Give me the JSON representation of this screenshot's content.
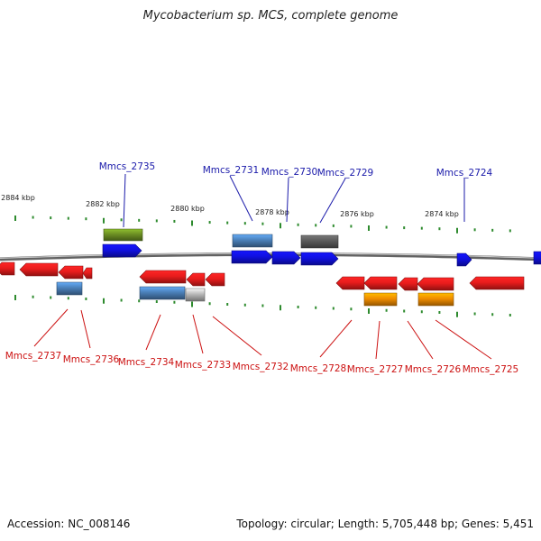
{
  "title": "Mycobacterium sp. MCS, complete genome",
  "footer": {
    "accession": "Accession: NC_008146",
    "summary": "Topology: circular; Length: 5,705,448 bp; Genes: 5,451"
  },
  "scale": {
    "labels": [
      "2884 kbp",
      "2882 kbp",
      "2880 kbp",
      "2878 kbp",
      "2876 kbp",
      "2874 kbp"
    ]
  },
  "colors": {
    "forward_label": "#1a1aaa",
    "reverse_label": "#cc1111",
    "backbone": "#7a7a7a",
    "tick": "#2e8b2e",
    "red": "#e81c1c",
    "blue": "#1010e0",
    "steelblue": "#4a7fb8",
    "olive": "#6b8e23",
    "gray": "#5a5a5a",
    "lightgray": "#b8b8b8",
    "orange": "#f08c00"
  },
  "forward_labels": [
    "Mmcs_2735",
    "Mmcs_2731",
    "Mmcs_2730",
    "Mmcs_2729",
    "Mmcs_2724"
  ],
  "reverse_labels": [
    "Mmcs_2737",
    "Mmcs_2736",
    "Mmcs_2734",
    "Mmcs_2733",
    "Mmcs_2732",
    "Mmcs_2728",
    "Mmcs_2727",
    "Mmcs_2726",
    "Mmcs_2725"
  ]
}
